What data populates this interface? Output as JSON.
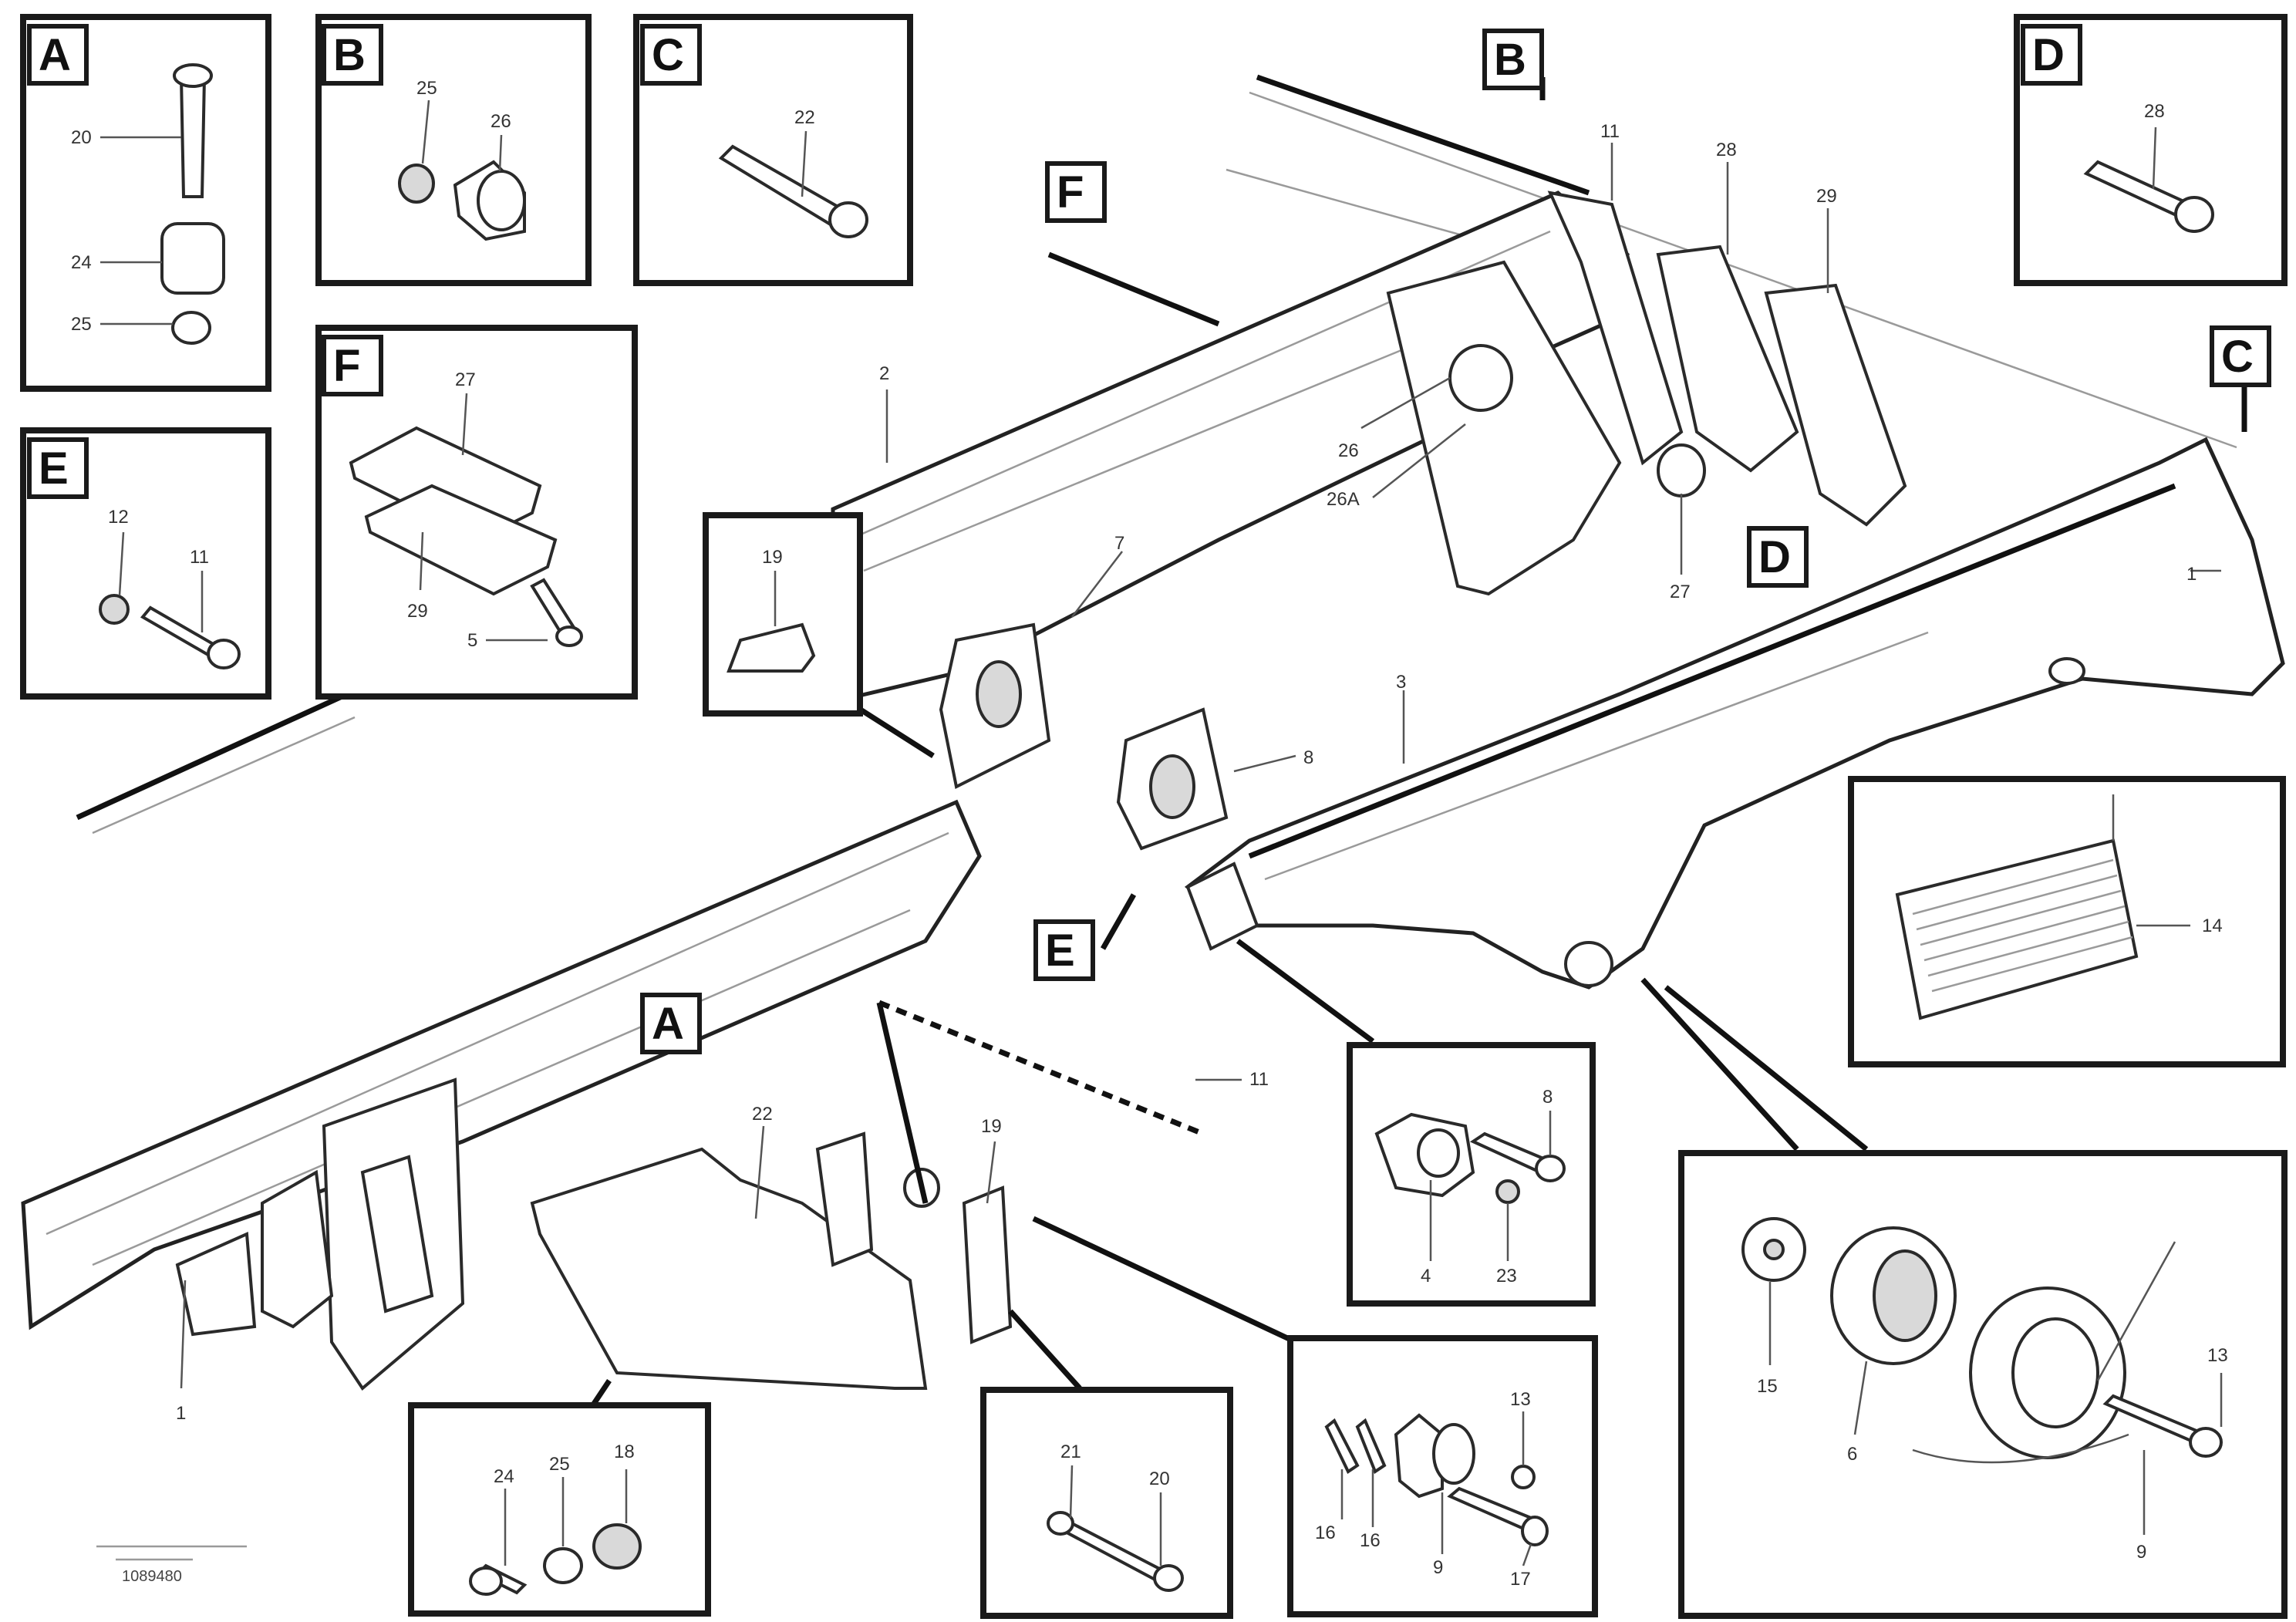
{
  "tags": {
    "A": "A",
    "B": "B",
    "C": "C",
    "D": "D",
    "E": "E",
    "F": "F"
  },
  "parts": {
    "p1": "1",
    "p2": "2",
    "p3": "3",
    "p4": "4",
    "p5": "5",
    "p6": "6",
    "p7": "7",
    "p8": "8",
    "p9": "9",
    "p11": "11",
    "p12": "12",
    "p13": "13",
    "p14": "14",
    "p15": "15",
    "p16": "16",
    "p17": "17",
    "p18": "18",
    "p19": "19",
    "p20": "20",
    "p21": "21",
    "p22": "22",
    "p23": "23",
    "p24": "24",
    "p25": "25",
    "p26": "26",
    "p27": "27",
    "p28": "28",
    "p29": "29",
    "p26a": "26A"
  },
  "footer": {
    "code": "1089480"
  }
}
